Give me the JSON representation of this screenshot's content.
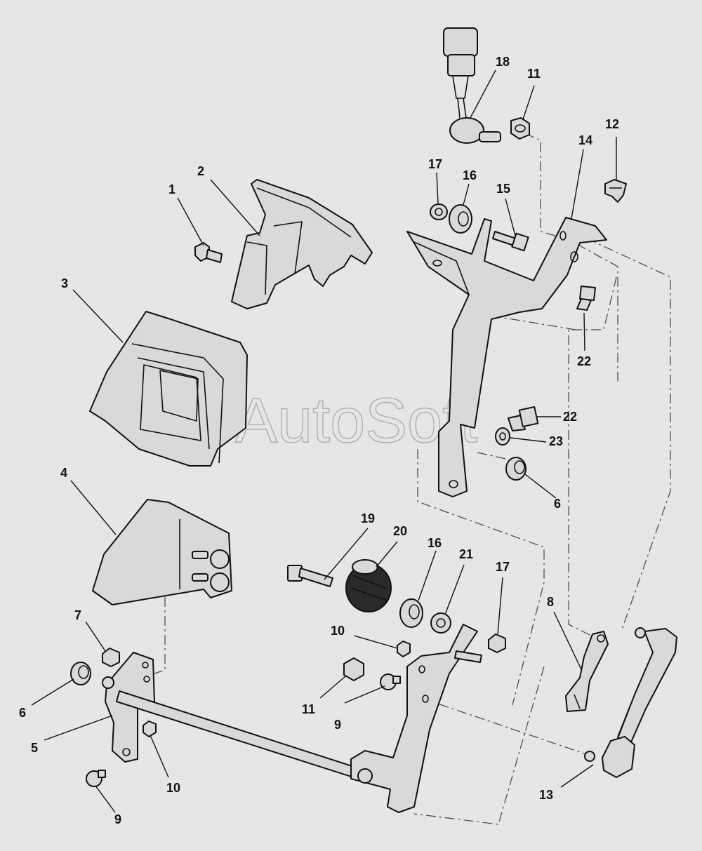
{
  "watermark": "AutoSoft",
  "callouts": {
    "c1": "1",
    "c2": "2",
    "c3": "3",
    "c4": "4",
    "c5": "5",
    "c6a": "6",
    "c6b": "6",
    "c7": "7",
    "c8": "8",
    "c9a": "9",
    "c9b": "9",
    "c10a": "10",
    "c10b": "10",
    "c11a": "11",
    "c11b": "11",
    "c12": "12",
    "c13": "13",
    "c14": "14",
    "c15": "15",
    "c16a": "16",
    "c16b": "16",
    "c17a": "17",
    "c17b": "17",
    "c18": "18",
    "c19": "19",
    "c20": "20",
    "c21": "21",
    "c22a": "22",
    "c22b": "22",
    "c23": "23"
  }
}
